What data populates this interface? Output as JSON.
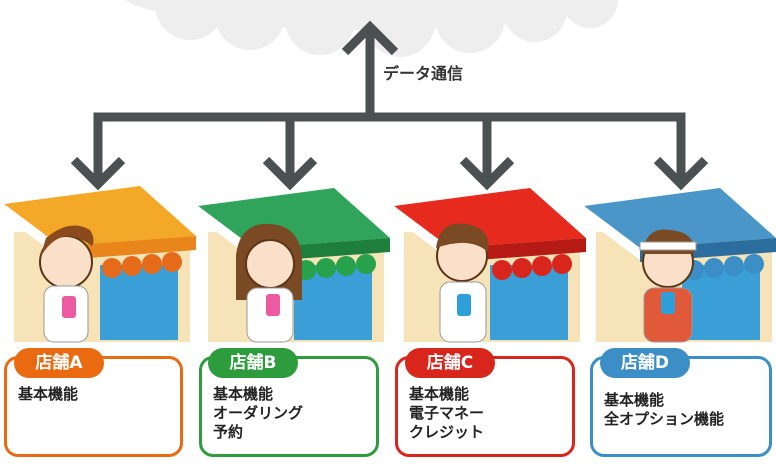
{
  "connection_label": "データ通信",
  "colors": {
    "arrow": "#4a5150",
    "cloud": "#eeeeee",
    "store_a": "#ea6a12",
    "store_b": "#2c9c3c",
    "store_c": "#d9261c",
    "store_d": "#3b8fc6"
  },
  "stores": [
    {
      "name": "店舗A",
      "features": [
        "基本機能"
      ]
    },
    {
      "name": "店舗B",
      "features": [
        "基本機能",
        "オーダリング",
        "予約"
      ]
    },
    {
      "name": "店舗C",
      "features": [
        "基本機能",
        "電子マネー",
        "クレジット"
      ]
    },
    {
      "name": "店舗D",
      "features": [
        "基本機能",
        "全オプション機能"
      ]
    }
  ]
}
